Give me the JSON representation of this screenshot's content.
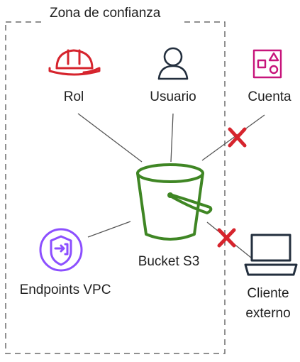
{
  "trust_zone": {
    "title": "Zona de confianza"
  },
  "nodes": {
    "rol": {
      "label": "Rol",
      "icon": "hard-hat-icon",
      "color": "#d6242d"
    },
    "usuario": {
      "label": "Usuario",
      "icon": "user-icon",
      "color": "#232f3e"
    },
    "cuenta": {
      "label": "Cuenta",
      "icon": "account-shapes-icon",
      "color": "#c7157b"
    },
    "bucket": {
      "label": "Bucket S3",
      "icon": "s3-bucket-icon",
      "color": "#3f8624"
    },
    "endpoints": {
      "label": "Endpoints VPC",
      "icon": "vpc-endpoint-icon",
      "color": "#8c4fff"
    },
    "cliente": {
      "label_line1": "Cliente",
      "label_line2": "externo",
      "icon": "laptop-icon",
      "color": "#232f3e"
    }
  },
  "deny_marks": {
    "color": "#d6242d",
    "icon": "deny-x-icon"
  }
}
